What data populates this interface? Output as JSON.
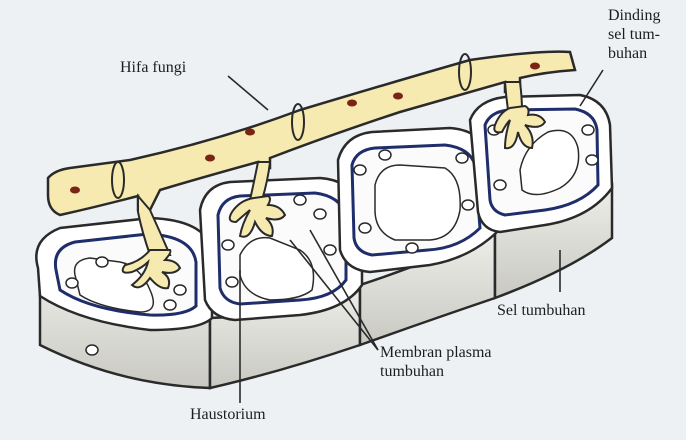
{
  "labels": {
    "hifa": "Hifa fungi",
    "dinding": [
      "Dinding",
      "sel tum-",
      "buhan"
    ],
    "sel_tumbuhan": "Sel tumbuhan",
    "membran": [
      "Membran plasma",
      "tumbuhan"
    ],
    "haustorium": "Haustorium"
  },
  "colors": {
    "hypha_fill": "#f6eab0",
    "hypha_stroke": "#2a2a2a",
    "nucleus": "#7a2416",
    "cell_wall_top": "#ffffff",
    "cell_side": "#dcdcd6",
    "plasma_membrane": "#1f2d6b",
    "background": "#eef1f4"
  }
}
